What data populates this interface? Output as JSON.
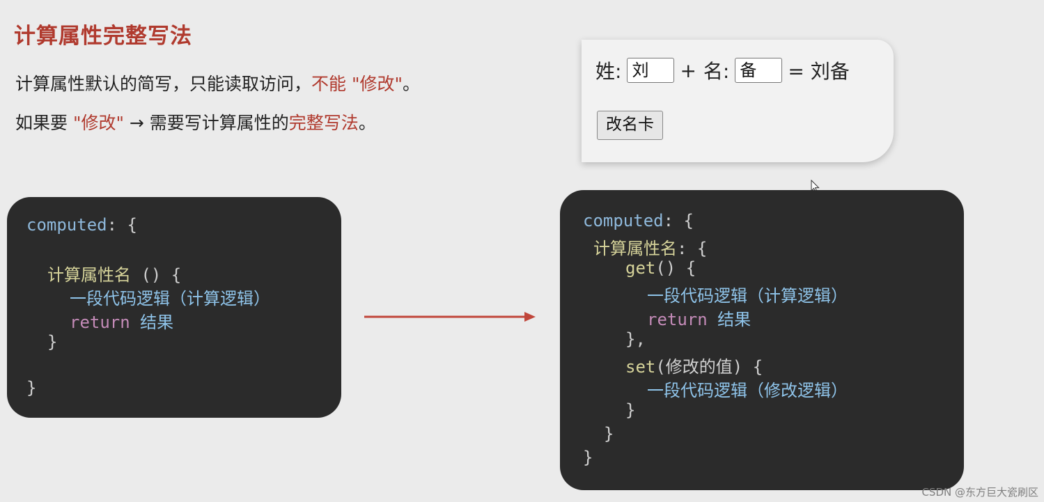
{
  "title": "计算属性完整写法",
  "intro": {
    "line1_a": "计算属性默认的简写，只能读取访问，",
    "line1_b": "不能 \"修改\"",
    "line1_c": "。",
    "line2_a": "如果要 ",
    "line2_b": "\"修改\"",
    "line2_c": " → 需要写计算属性的",
    "line2_d": "完整写法",
    "line2_e": "。"
  },
  "demo": {
    "last_label": "姓:",
    "last_value": "刘",
    "plus": "+",
    "first_label": "名:",
    "first_value": "备",
    "result": "= 刘备",
    "button_label": "改名卡"
  },
  "code_left": {
    "l1_a": "computed",
    "l1_b": ": {",
    "l2_a": "计算属性名",
    "l2_b": " () {",
    "l3": "一段代码逻辑（计算逻辑）",
    "l4_a": "return",
    "l4_b": "结果",
    "l5": "}",
    "l6": "}"
  },
  "code_right": {
    "l1_a": "computed",
    "l1_b": ": {",
    "l2_a": "计算属性名",
    "l2_b": ": {",
    "l3_a": "get",
    "l3_b": "() {",
    "l4": "一段代码逻辑（计算逻辑）",
    "l5_a": "return",
    "l5_b": "结果",
    "l6": "},",
    "l7_a": "set",
    "l7_b": "(修改的值) {",
    "l8": "一段代码逻辑（修改逻辑）",
    "l9": "}",
    "l10": "}",
    "l11": "}"
  },
  "watermark": "CSDN @东方巨大瓷刷区",
  "colors": {
    "accent_red": "#b03a2e",
    "code_bg": "#2b2b2b",
    "arrow": "#c0463a"
  }
}
